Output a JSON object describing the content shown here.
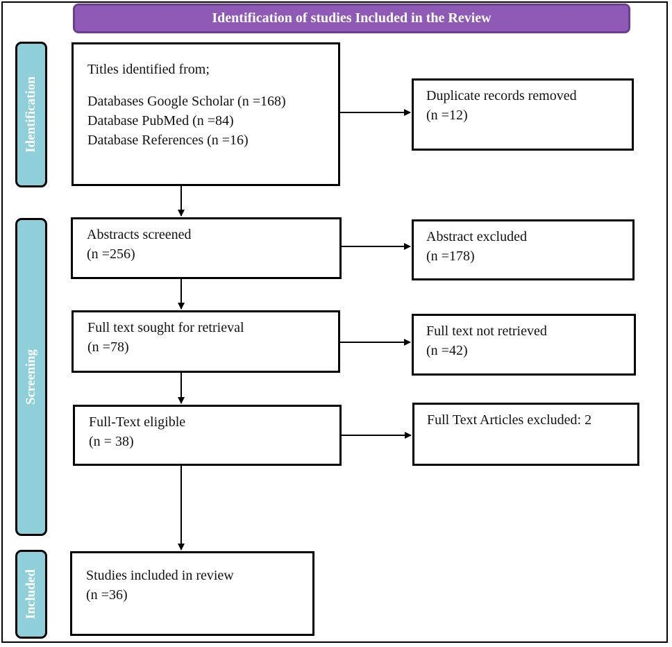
{
  "header": {
    "title": "Identification of studies Included in the Review"
  },
  "stages": {
    "identification": "Identification",
    "screening": "Screening",
    "included": "Included"
  },
  "boxes": {
    "titles": {
      "heading": "Titles identified from;",
      "lines": [
        "Databases Google Scholar (n =168)",
        "Database PubMed (n =84)",
        "Database References (n =16)"
      ]
    },
    "duplicates": {
      "line1": "Duplicate records removed",
      "line2": "(n =12)"
    },
    "abstracts_screened": {
      "line1": "Abstracts screened",
      "line2": "(n =256)"
    },
    "abstract_excluded": {
      "line1": "Abstract excluded",
      "line2": "(n =178)"
    },
    "fulltext_sought": {
      "line1": "Full text sought for retrieval",
      "line2": "(n =78)"
    },
    "fulltext_not_retrieved": {
      "line1": "Full text not retrieved",
      "line2": "(n =42)"
    },
    "fulltext_eligible": {
      "line1": "Full-Text eligible",
      "line2": "(n = 38)"
    },
    "fulltext_excluded": {
      "line1": "Full Text Articles excluded: 2"
    },
    "studies_included": {
      "line1": "Studies included in review",
      "line2": "(n =36)"
    }
  }
}
